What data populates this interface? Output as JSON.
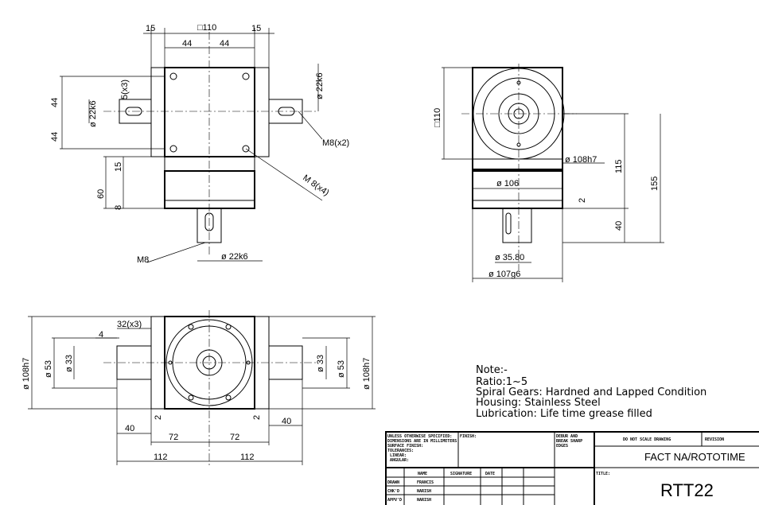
{
  "drawing": {
    "top_left_view": {
      "dims": [
        "15",
        "□110",
        "15",
        "44",
        "44",
        "44",
        "44",
        "5(x3)",
        "ø 22k6",
        "ø 22k6",
        "M8(x2)",
        "M 8(x4)",
        "15",
        "60",
        "8",
        "M8",
        "ø 22k6"
      ]
    },
    "top_right_view": {
      "dims": [
        "□110",
        "ø 108h7",
        "ø 106",
        "115",
        "155",
        "2",
        "40",
        "ø 35.80",
        "ø 107g6"
      ]
    },
    "bottom_view": {
      "dims": [
        "32(x3)",
        "4",
        "ø 108h7",
        "ø 53",
        "ø 33",
        "ø 33",
        "ø 53",
        "ø 108h7",
        "2",
        "2",
        "40",
        "40",
        "72",
        "72",
        "112",
        "112"
      ]
    },
    "notes": [
      "Note:-",
      "Ratio:1~5",
      "Spiral Gears: Hardned and Lapped Condition",
      "Housing: Stainless Steel",
      "Lubrication: Life time grease filled"
    ]
  },
  "title_block": {
    "spec": [
      "UNLESS OTHERWISE SPECIFIED:",
      "DIMENSIONS ARE IN MILLIMETERS",
      "SURFACE FINISH:",
      "TOLERANCES:",
      "LINEAR:",
      "ANGULAR:"
    ],
    "finish": "FINISH:",
    "deburr": [
      "DEBUR AND",
      "BREAK SHARP",
      "EDGES"
    ],
    "do_not_scale": "DO NOT SCALE DRAWING",
    "revision": "REVISION",
    "company": "FACT NA/ROTOTIME",
    "title_label": "TITLE:",
    "title": "RTT22",
    "headers": [
      "NAME",
      "SIGNATURE",
      "DATE"
    ],
    "rows": [
      {
        "role": "DRAWN",
        "name": "FRANCIS"
      },
      {
        "role": "CHK'D",
        "name": "NARISH"
      },
      {
        "role": "APPV'D",
        "name": "NARISH"
      }
    ]
  }
}
